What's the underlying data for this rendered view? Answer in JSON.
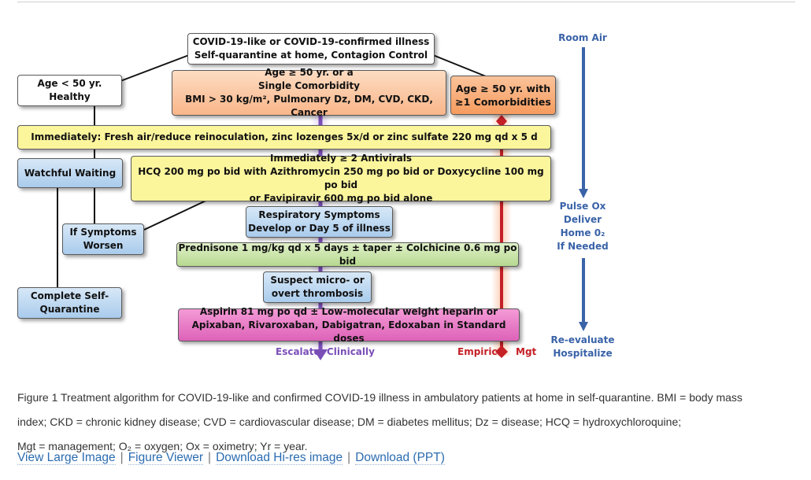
{
  "diagram": {
    "boxes": {
      "illness": "COVID-19-like or COVID-19-confirmed illness\nSelf-quarantine at home, Contagion Control",
      "age_healthy": "Age < 50 yr. Healthy",
      "age_single": "Age ≥ 50 yr. or a\nSingle Comorbidity\nBMI > 30 kg/m², Pulmonary Dz, DM, CVD, CKD, Cancer",
      "age_multi": "Age ≥ 50 yr. with\n≥1 Comorbidities",
      "immediately": "Immediately:  Fresh air/reduce reinoculation, zinc lozenges 5x/d or zinc sulfate 220 mg qd x 5 d",
      "watchful": "Watchful Waiting",
      "antivirals": "Immediately ≥ 2 Antivirals\nHCQ 200 mg po bid with Azithromycin 250 mg po bid or Doxycycline 100 mg po bid\nor Favipiravir 600 mg po bid alone",
      "respiratory": "Respiratory Symptoms\nDevelop or Day 5 of illness",
      "if_symptoms": "If Symptoms\nWorsen",
      "prednisone": "Prednisone 1 mg/kg qd x 5 days ± taper ± Colchicine 0.6 mg po bid",
      "thrombosis": "Suspect micro- or\novert thrombosis",
      "complete": "Complete Self-\nQuarantine",
      "aspirin": "Aspirin 81 mg po qd ± Low-molecular weight heparin or\nApixaban, Rivaroxaban, Dabigatran, Edoxaban in Standard doses"
    },
    "side": {
      "room_air": "Room Air",
      "pulse_ox": "Pulse Ox\nDeliver\nHome 0₂\nIf Needed",
      "reevaluate": "Re-evaluate\nHospitalize"
    },
    "bottom": {
      "escalate": "Escalate",
      "clinically": "Clinically",
      "empiric": "Empiric",
      "mgt": "Mgt"
    },
    "colors": {
      "purple_arrow": "#7b4fb8",
      "red_arrow": "#c42026",
      "blue_arrow": "#3a63a8"
    }
  },
  "caption": {
    "line1": "Figure 1  Treatment algorithm for COVID-19-like and confirmed COVID-19 illness in ambulatory patients at home in self-quarantine. BMI = body mass",
    "line2": "index; CKD = chronic kidney disease; CVD = cardiovascular disease; DM = diabetes mellitus; Dz = disease; HCQ = hydroxychloroquine;",
    "line3": "Mgt = management; O₂ = oxygen; Ox = oximetry; Yr = year."
  },
  "links": {
    "view_large": "View Large Image",
    "figure_viewer": "Figure Viewer",
    "download_hires": "Download Hi-res image",
    "download_ppt": "Download (PPT)",
    "separator": "|"
  }
}
